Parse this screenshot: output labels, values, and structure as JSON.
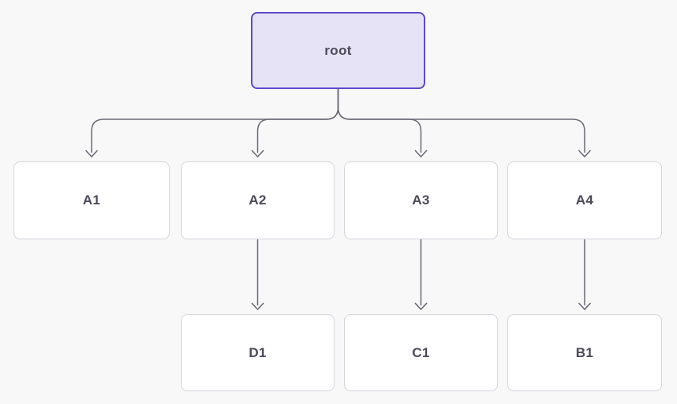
{
  "diagram": {
    "type": "tree",
    "nodes": {
      "root": {
        "label": "root"
      },
      "a1": {
        "label": "A1"
      },
      "a2": {
        "label": "A2"
      },
      "a3": {
        "label": "A3"
      },
      "a4": {
        "label": "A4"
      },
      "d1": {
        "label": "D1"
      },
      "c1": {
        "label": "C1"
      },
      "b1": {
        "label": "B1"
      }
    },
    "edges": [
      {
        "from": "root",
        "to": "A1"
      },
      {
        "from": "root",
        "to": "A2"
      },
      {
        "from": "root",
        "to": "A3"
      },
      {
        "from": "root",
        "to": "A4"
      },
      {
        "from": "A2",
        "to": "D1"
      },
      {
        "from": "A3",
        "to": "C1"
      },
      {
        "from": "A4",
        "to": "B1"
      }
    ],
    "colors": {
      "background": "#f8f8f9",
      "root_fill": "#e7e3f7",
      "root_border": "#5b4bc4",
      "node_fill": "#ffffff",
      "node_border": "#d5d5dc",
      "edge": "#6b6a76",
      "label": "#4b4a5a"
    }
  }
}
